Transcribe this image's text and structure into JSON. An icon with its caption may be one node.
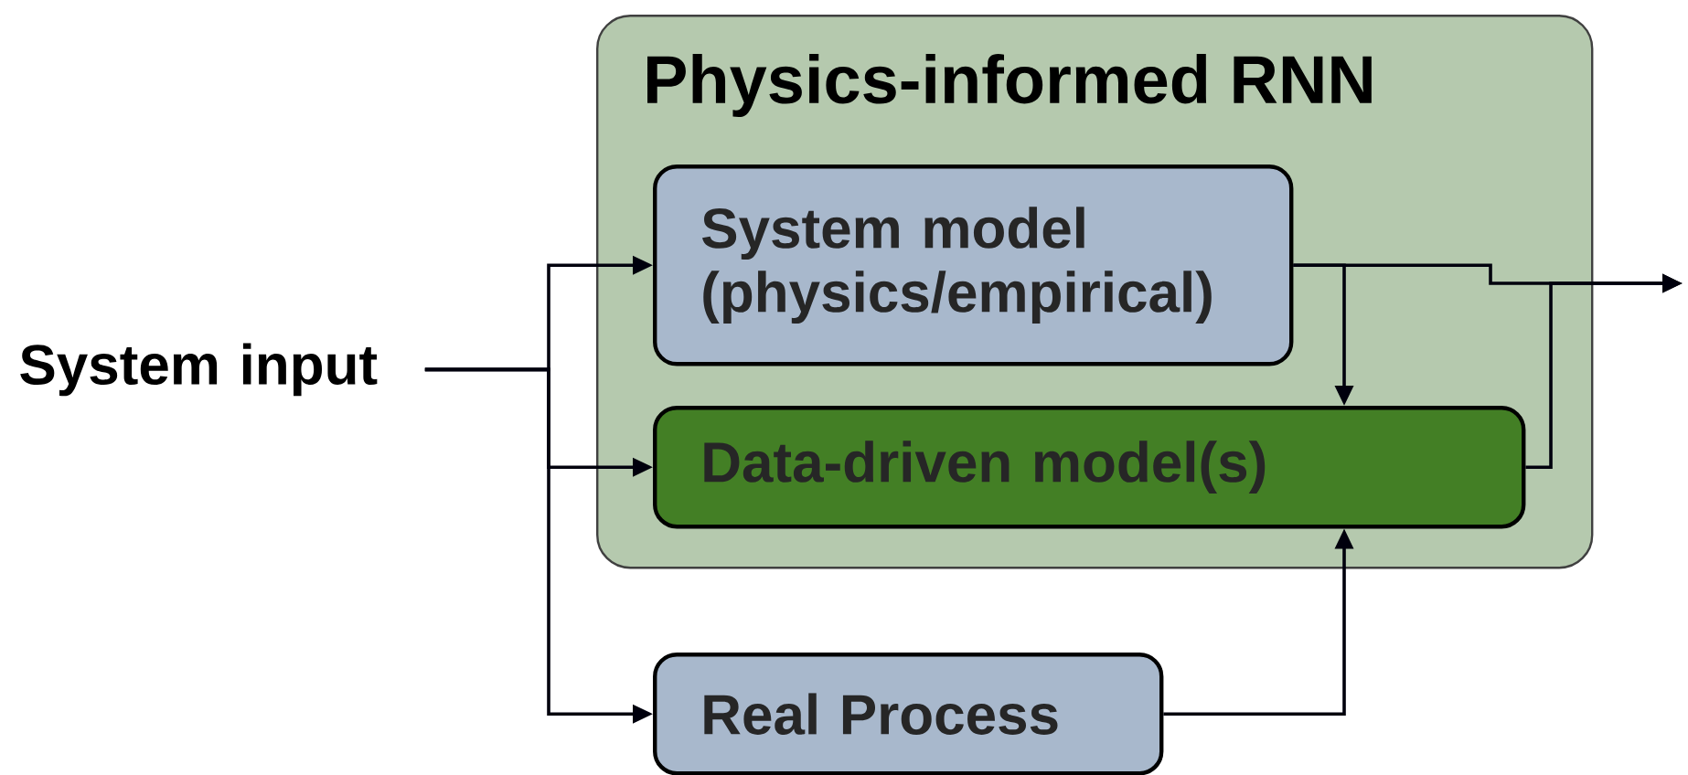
{
  "diagram": {
    "nodes": [
      {
        "text": [
          "Physics-informed RNN"
        ]
      },
      {
        "text": [
          "System model (physics/empirical)"
        ],
        "in": 0
      },
      {
        "text": [
          "Data-driven model(s)"
        ],
        "in": 0
      },
      {
        "text": [
          "Real Process"
        ]
      },
      {
        "text": [
          "System input"
        ]
      }
    ],
    "edges": [
      {
        "from": 4,
        "to": 1,
        "arrow": "to"
      },
      {
        "from": 4,
        "to": 2,
        "arrow": "to"
      },
      {
        "from": 4,
        "to": 3,
        "arrow": "to"
      },
      {
        "from": 1,
        "to": 2,
        "arrow": "to"
      },
      {
        "from": 3,
        "to": 2,
        "arrow": "to"
      },
      {
        "from": 1,
        "to": null,
        "arrow": "to"
      },
      {
        "from": 2,
        "to": null,
        "arrow": "to"
      }
    ]
  }
}
